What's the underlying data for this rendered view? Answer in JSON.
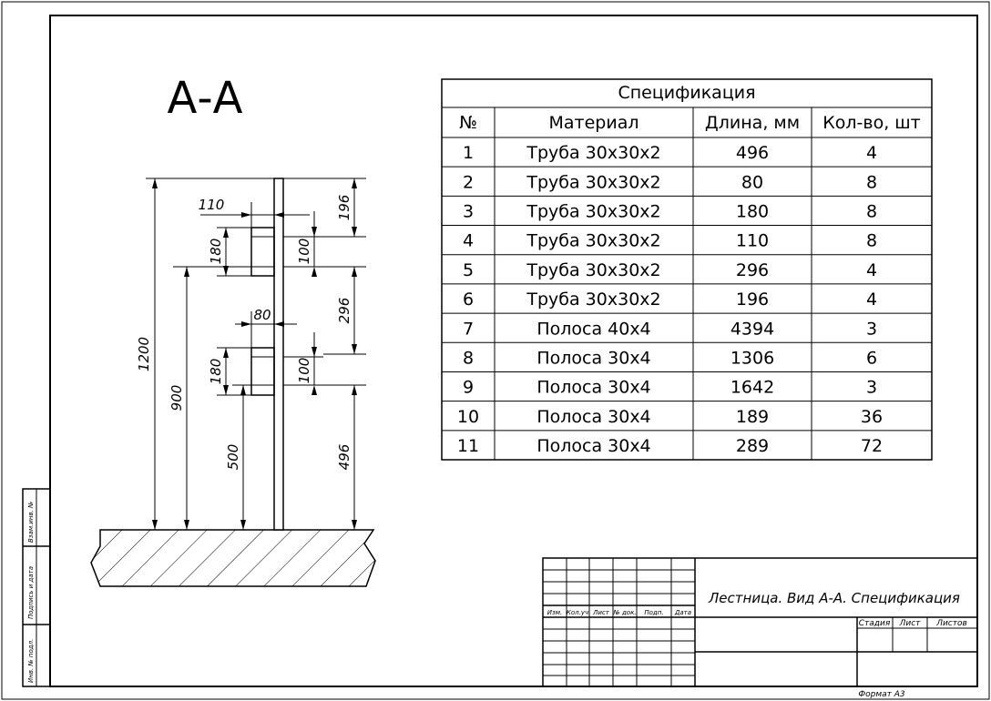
{
  "view_label": "А-А",
  "dimensions": {
    "d110": "110",
    "d196": "196",
    "d180_top": "180",
    "d100_top": "100",
    "d296": "296",
    "d80": "80",
    "d180_bottom": "180",
    "d100_bottom": "100",
    "d1200": "1200",
    "d900": "900",
    "d500": "500",
    "d496": "496"
  },
  "spec": {
    "title": "Спецификация",
    "headers": [
      "№",
      "Материал",
      "Длина, мм",
      "Кол-во, шт"
    ],
    "rows": [
      [
        "1",
        "Труба 30х30х2",
        "496",
        "4"
      ],
      [
        "2",
        "Труба 30х30х2",
        "80",
        "8"
      ],
      [
        "3",
        "Труба 30х30х2",
        "180",
        "8"
      ],
      [
        "4",
        "Труба 30х30х2",
        "110",
        "8"
      ],
      [
        "5",
        "Труба 30х30х2",
        "296",
        "4"
      ],
      [
        "6",
        "Труба 30х30х2",
        "196",
        "4"
      ],
      [
        "7",
        "Полоса 40х4",
        "4394",
        "3"
      ],
      [
        "8",
        "Полоса 30х4",
        "1306",
        "6"
      ],
      [
        "9",
        "Полоса 30х4",
        "1642",
        "3"
      ],
      [
        "10",
        "Полоса 30х4",
        "189",
        "36"
      ],
      [
        "11",
        "Полоса 30х4",
        "289",
        "72"
      ]
    ]
  },
  "title_block": {
    "col_headers": [
      "Изм.",
      "Кол.уч",
      "Лист",
      "№ док.",
      "Подп.",
      "Дата"
    ],
    "title": "Лестница. Вид А-А. Спецификация",
    "stage_headers": [
      "Стадия",
      "Лист",
      "Листов"
    ],
    "format": "Формат А3"
  },
  "side_stamps": [
    "Взам.инв. №",
    "Подпись и дата",
    "Инв. № подл."
  ]
}
